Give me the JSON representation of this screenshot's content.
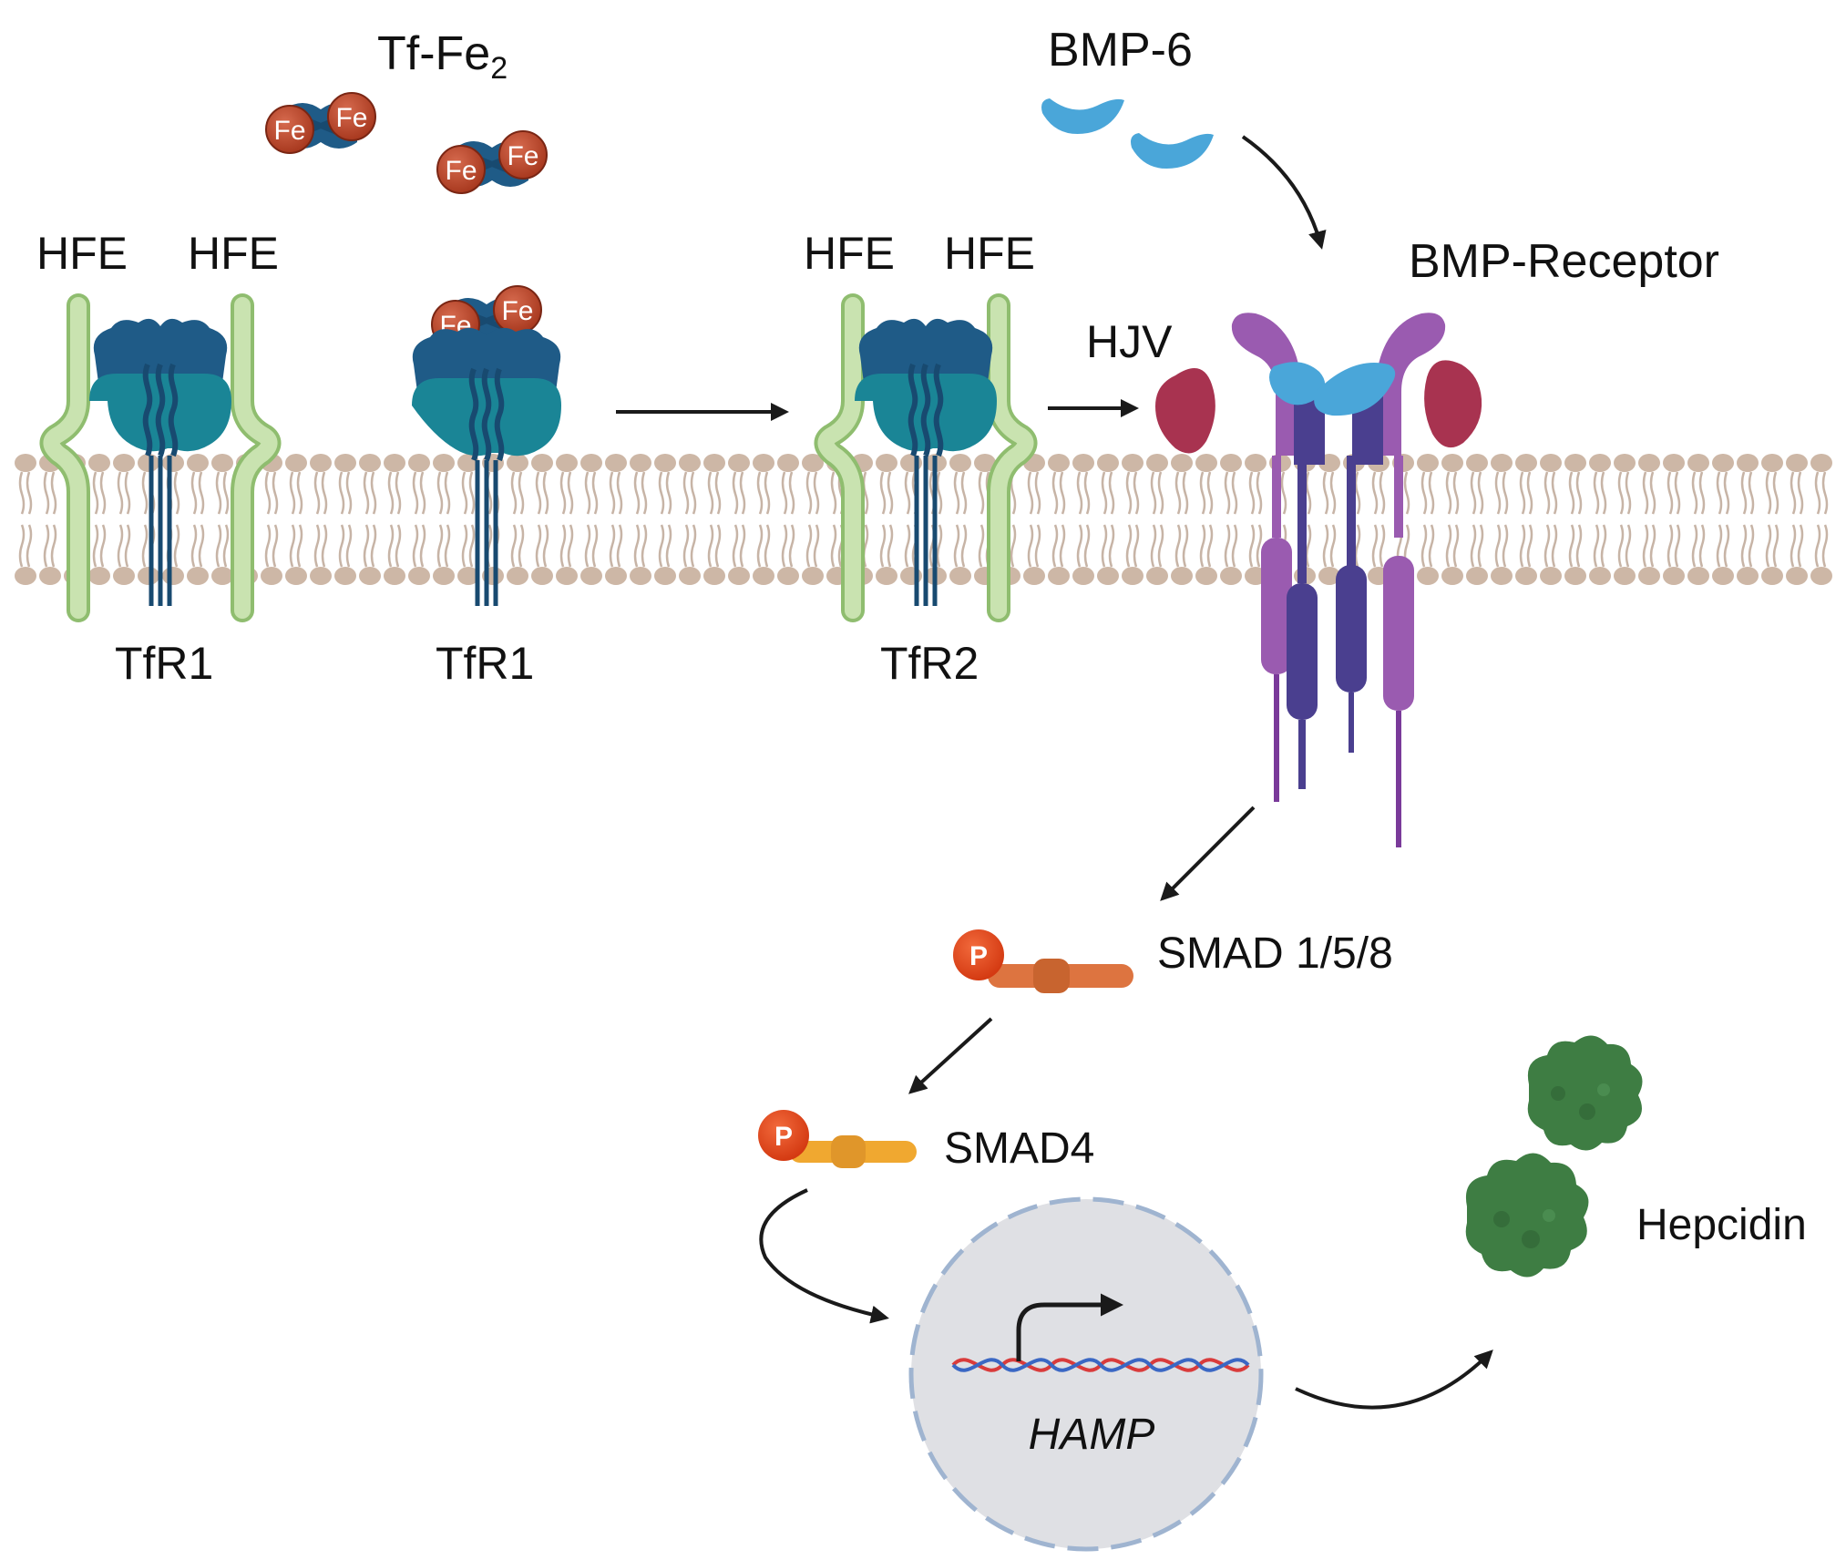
{
  "labels": {
    "tf_fe2_main": "Tf-Fe",
    "tf_fe2_sub": "2",
    "fe": "Fe",
    "bmp6": "BMP-6",
    "bmp_receptor": "BMP-Receptor",
    "hfe": "HFE",
    "hjv": "HJV",
    "tfr1": "TfR1",
    "tfr2": "TfR2",
    "smad158": "SMAD 1/5/8",
    "smad4": "SMAD4",
    "phospho": "P",
    "hamp": "HAMP",
    "hepcidin": "Hepcidin"
  },
  "colors": {
    "membrane_head": "#cdb7a6",
    "membrane_tail": "#c7b4a6",
    "hfe_fill": "#c9e3b0",
    "hfe_stroke": "#8fbd6f",
    "tfr_dark": "#1f5b87",
    "tfr_teal": "#1a8596",
    "iron": "#b8432a",
    "bmp6": "#4aa6d9",
    "receptor_purple": "#9a5bb0",
    "receptor_indigo": "#4a3f8f",
    "hjv": "#a83350",
    "smad158": "#dd7440",
    "smad4": "#f0a830",
    "phospho": "#e04a1e",
    "nucleus_fill": "#dfe0e4",
    "nucleus_border": "#9fb4d0",
    "hepcidin": "#3e7d43",
    "arrow": "#1a1a1a"
  }
}
